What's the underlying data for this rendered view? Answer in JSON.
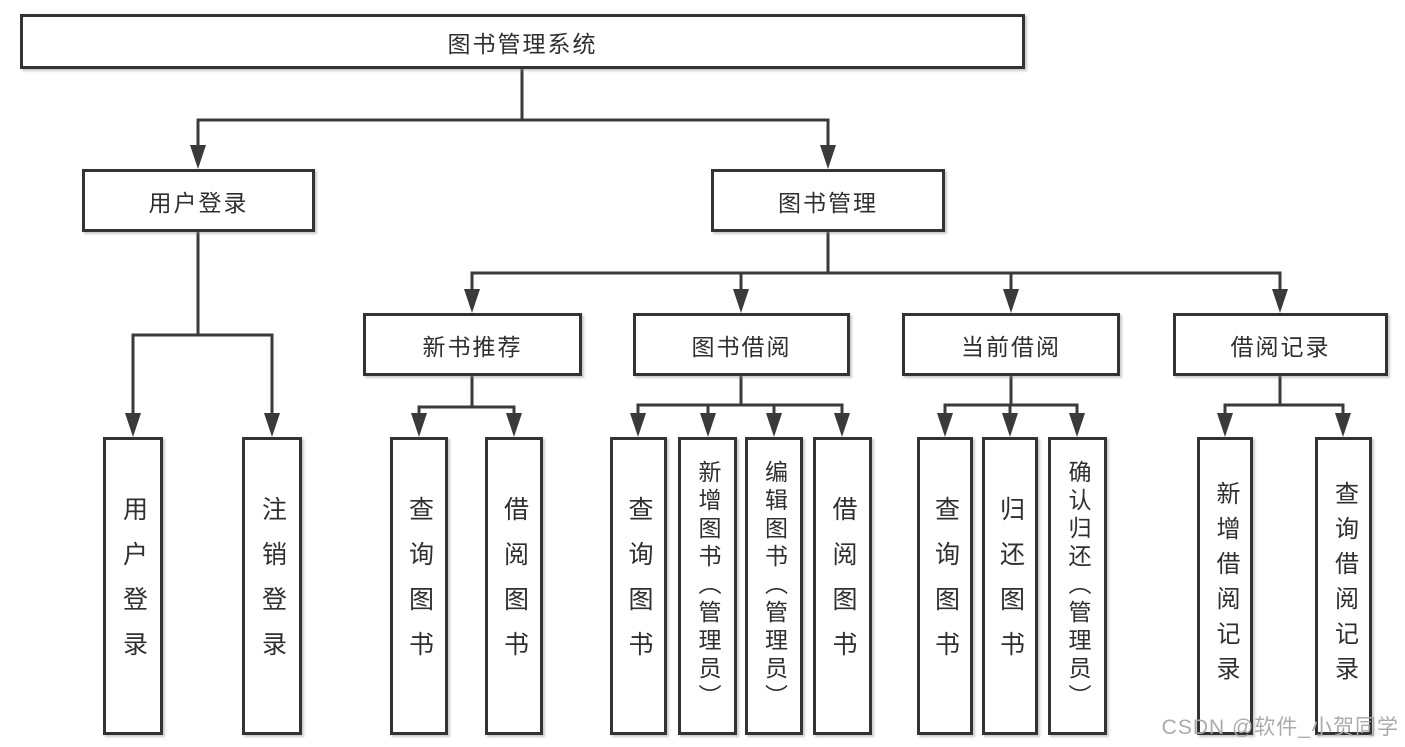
{
  "tree": {
    "root": "图书管理系统",
    "branches": [
      {
        "label": "用户登录",
        "children": [
          "用户登录",
          "注销登录"
        ]
      },
      {
        "label": "图书管理",
        "modules": [
          {
            "label": "新书推荐",
            "children": [
              "查询图书",
              "借阅图书"
            ]
          },
          {
            "label": "图书借阅",
            "children": [
              "查询图书",
              "新增图书（管理员）",
              "编辑图书（管理员）",
              "借阅图书"
            ]
          },
          {
            "label": "当前借阅",
            "children": [
              "查询图书",
              "归还图书",
              "确认归还（管理员）"
            ]
          },
          {
            "label": "借阅记录",
            "children": [
              "新增借阅记录",
              "查询借阅记录"
            ]
          }
        ]
      }
    ]
  },
  "watermark": {
    "text": "CSDN @软件_小贺同学"
  },
  "colors": {
    "background": "#ffffff",
    "box_border": "#333333",
    "connector_line": "#3a3a3a",
    "text": "#2f2f2f",
    "watermark": "#ababab"
  }
}
